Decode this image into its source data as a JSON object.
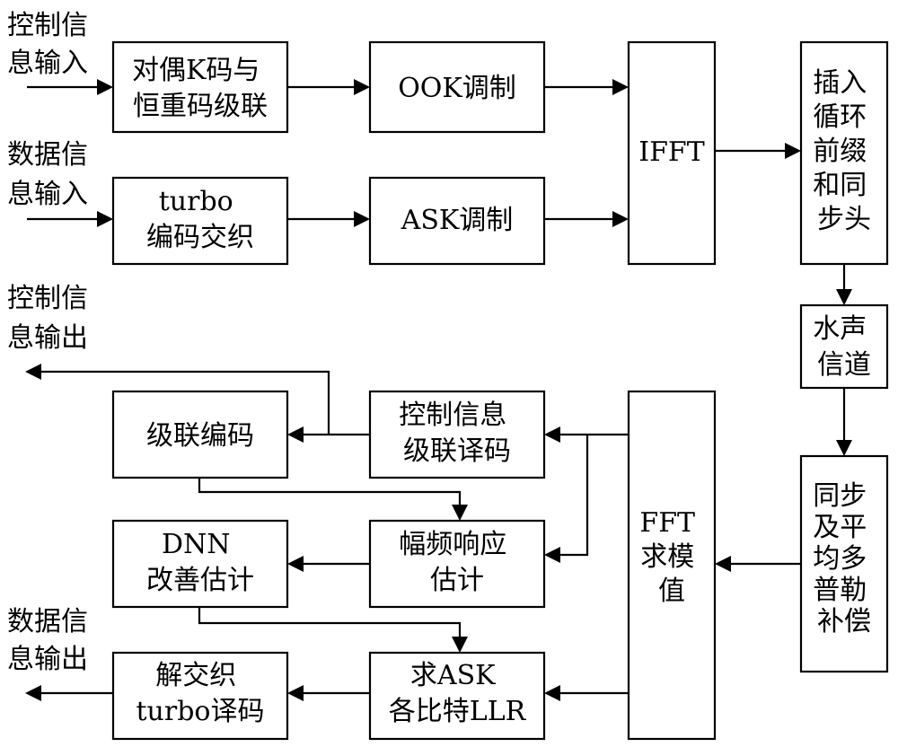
{
  "labels": {
    "ctrl_in": [
      "控制信",
      "息输入"
    ],
    "data_in": [
      "数据信",
      "息输入"
    ],
    "ctrl_out": [
      "控制信",
      "息输出"
    ],
    "data_out": [
      "数据信",
      "息输出"
    ]
  },
  "blocks": {
    "dual_k_concat": [
      "对偶K码与",
      "恒重码级联"
    ],
    "ook_mod": [
      "OOK调制"
    ],
    "turbo_interleave": [
      "turbo",
      "编码交织"
    ],
    "ask_mod": [
      "ASK调制"
    ],
    "ifft": [
      "IFFT"
    ],
    "insert_cp_sync": [
      "插入",
      "循环",
      "前缀",
      "和同",
      "步头"
    ],
    "underwater_channel": [
      "水声",
      "信道"
    ],
    "sync_doppler": [
      "同步",
      "及平",
      "均多",
      "普勒",
      "补偿"
    ],
    "fft_modulus": [
      "FFT",
      "求模",
      "值"
    ],
    "ctrl_decode": [
      "控制信息",
      "级联译码"
    ],
    "concat_encode": [
      "级联编码"
    ],
    "freq_resp_est": [
      "幅频响应",
      "估计"
    ],
    "dnn_improve": [
      "DNN",
      "改善估计"
    ],
    "ask_llr": [
      "求ASK",
      "各比特LLR"
    ],
    "deint_turbo_decode": [
      "解交织",
      "turbo译码"
    ]
  }
}
